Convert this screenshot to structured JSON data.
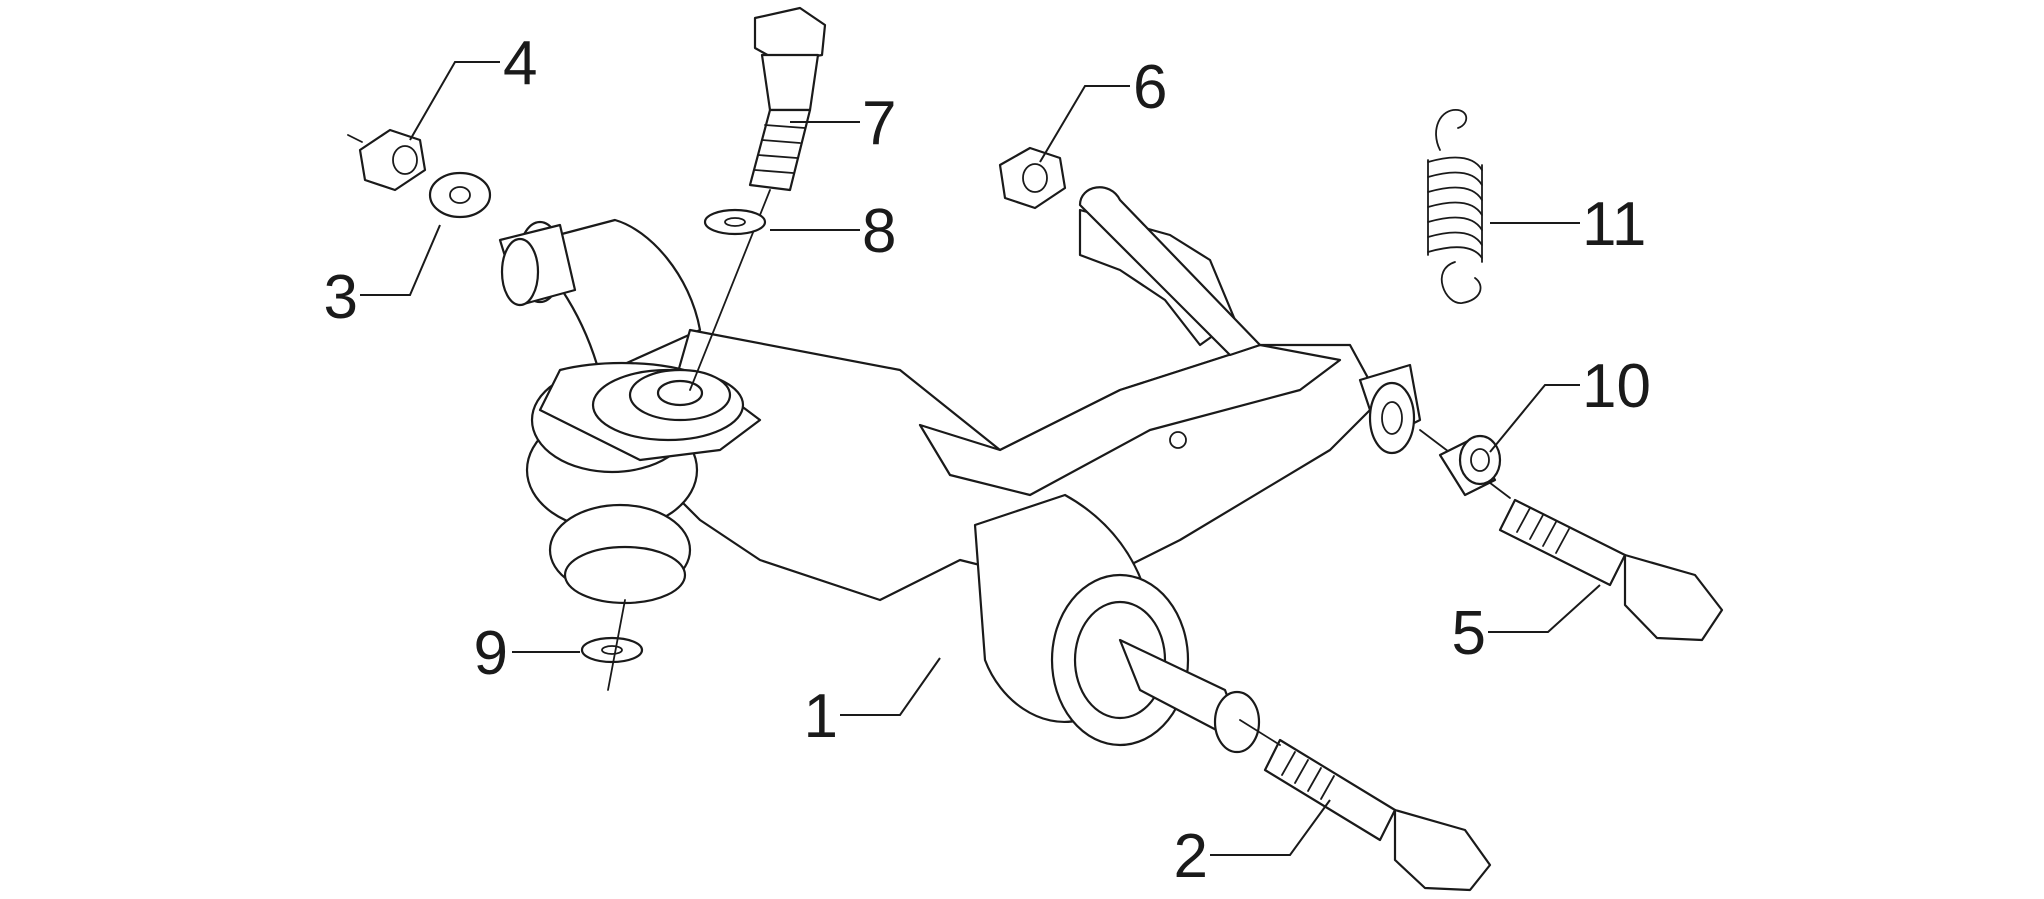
{
  "diagram": {
    "callouts": [
      {
        "id": "p1",
        "label": "1"
      },
      {
        "id": "p2",
        "label": "2"
      },
      {
        "id": "p3",
        "label": "3"
      },
      {
        "id": "p4",
        "label": "4"
      },
      {
        "id": "p5",
        "label": "5"
      },
      {
        "id": "p6",
        "label": "6"
      },
      {
        "id": "p7",
        "label": "7"
      },
      {
        "id": "p8",
        "label": "8"
      },
      {
        "id": "p9",
        "label": "9"
      },
      {
        "id": "p10",
        "label": "10"
      },
      {
        "id": "p11",
        "label": "11"
      }
    ]
  }
}
